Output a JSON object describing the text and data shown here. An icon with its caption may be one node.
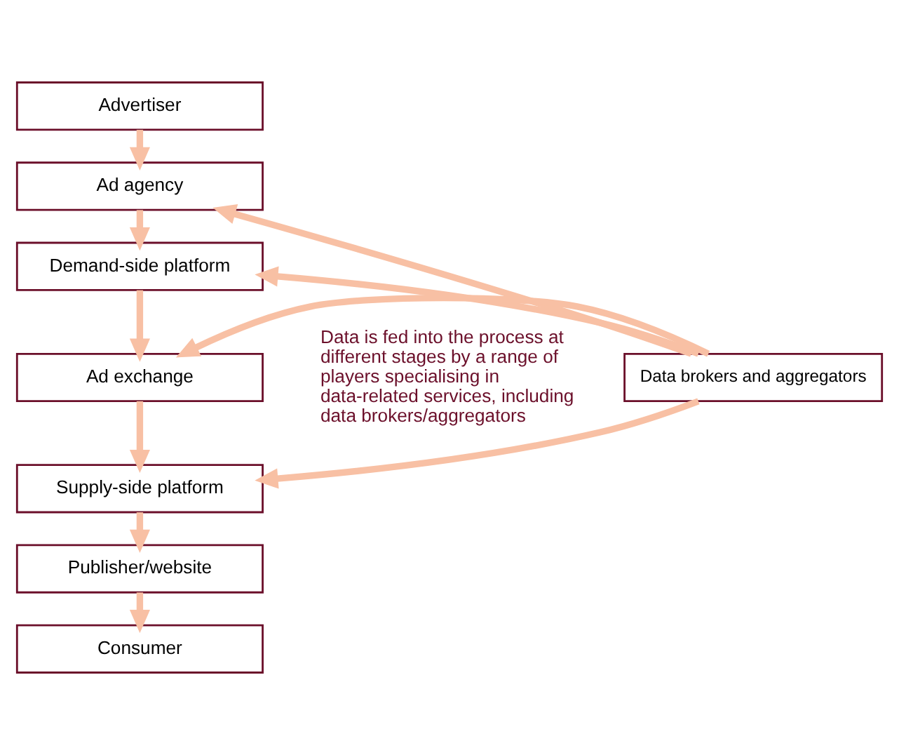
{
  "diagram": {
    "nodes": [
      {
        "text": [
          "Advertiser"
        ]
      },
      {
        "text": [
          "Ad agency"
        ]
      },
      {
        "text": [
          "Demand-side platform"
        ]
      },
      {
        "text": [
          "Ad exchange"
        ]
      },
      {
        "text": [
          "Supply-side platform"
        ]
      },
      {
        "text": [
          "Publisher/website"
        ]
      },
      {
        "text": [
          "Consumer"
        ]
      },
      {
        "text": [
          "Data brokers and aggregators"
        ]
      }
    ],
    "edges": [
      {
        "from": 0,
        "to": 1,
        "arrow": "to"
      },
      {
        "from": 1,
        "to": 2,
        "arrow": "to"
      },
      {
        "from": 2,
        "to": 3,
        "arrow": "to"
      },
      {
        "from": 3,
        "to": 4,
        "arrow": "to"
      },
      {
        "from": 4,
        "to": 5,
        "arrow": "to"
      },
      {
        "from": 5,
        "to": 6,
        "arrow": "to"
      },
      {
        "from": 7,
        "to": 1,
        "arrow": "to"
      },
      {
        "from": 7,
        "to": 2,
        "arrow": "to"
      },
      {
        "from": 7,
        "to": 3,
        "arrow": "to"
      },
      {
        "from": 7,
        "to": 4,
        "arrow": "to"
      }
    ],
    "labels": [
      "Data is fed into the process at different stages by a range of players specialising in data-related services, including data brokers/aggregators"
    ]
  }
}
